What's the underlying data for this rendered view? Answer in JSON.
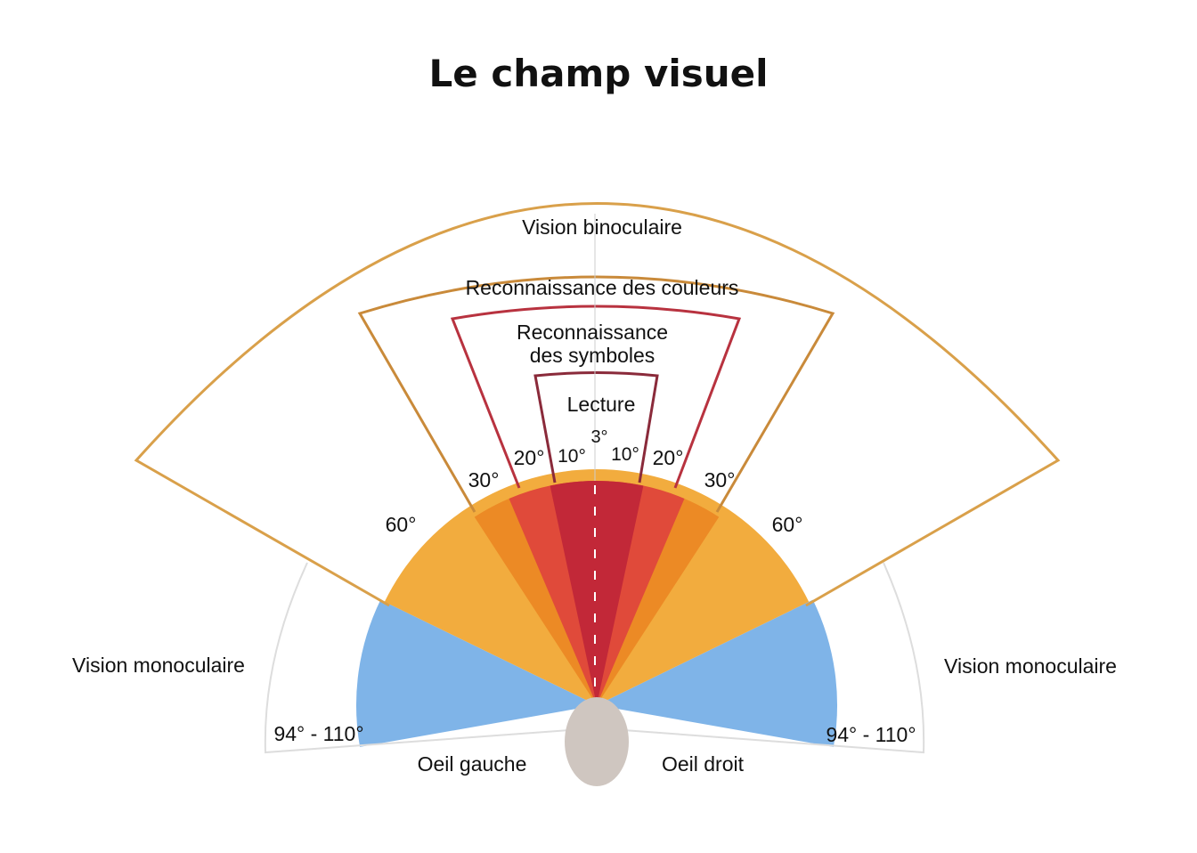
{
  "title": "Le champ visuel",
  "labels": {
    "binocular": "Vision binoculaire",
    "colors": "Reconnaissance des couleurs",
    "symbols_1": "Reconnaissance",
    "symbols_2": "des symboles",
    "reading": "Lecture",
    "three_deg": "3°",
    "ten_left": "10°",
    "ten_right": "10°",
    "twenty_left": "20°",
    "twenty_right": "20°",
    "thirty_left": "30°",
    "thirty_right": "30°",
    "sixty_left": "60°",
    "sixty_right": "60°",
    "mono_left": "Vision monoculaire",
    "mono_right": "Vision monoculaire",
    "range_left": "94° - 110°",
    "range_right": "94° - 110°",
    "eye_left": "Oeil gauche",
    "eye_right": "Oeil droit"
  },
  "colors": {
    "monocular": "#7fb4e8",
    "binocular": "#f2ac3e",
    "colors_zone": "#ec8a25",
    "symbols_zone": "#e04a3a",
    "reading_zone": "#c22838",
    "outline_gold": "#d9a04a",
    "outline_red": "#b8323f",
    "head": "#cfc6c0"
  }
}
